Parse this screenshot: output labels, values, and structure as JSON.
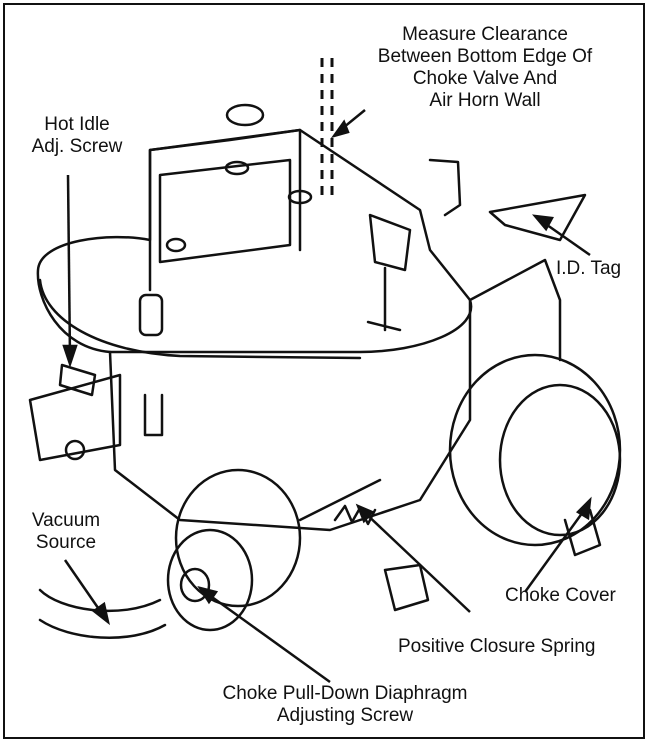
{
  "labels": {
    "measure": {
      "line1": "Measure Clearance",
      "line2": "Between Bottom Edge Of",
      "line3": "Choke Valve And",
      "line4": "Air Horn Wall"
    },
    "hot_idle": {
      "line1": "Hot Idle",
      "line2": "Adj. Screw"
    },
    "id_tag": "I.D. Tag",
    "vacuum": {
      "line1": "Vacuum",
      "line2": "Source"
    },
    "choke_cover": "Choke Cover",
    "positive_closure": "Positive Closure Spring",
    "pulldown": {
      "line1": "Choke Pull-Down Diaphragm",
      "line2": "Adjusting Screw"
    }
  },
  "colors": {
    "ink": "#111111",
    "paper": "#ffffff"
  }
}
